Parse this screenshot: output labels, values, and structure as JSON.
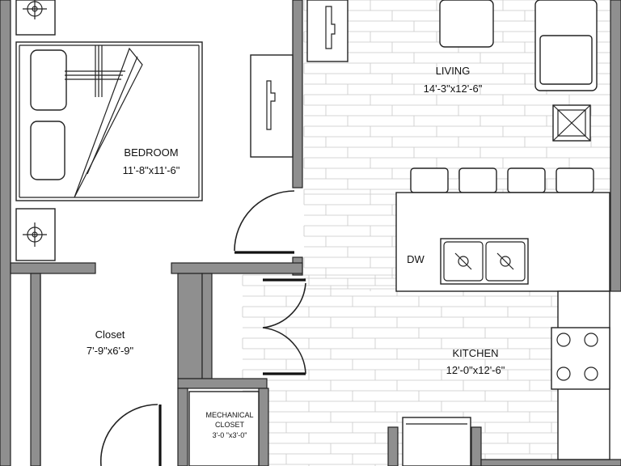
{
  "rooms": {
    "bedroom": {
      "name": "BEDROOM",
      "dims": "11'-8\"x11'-6\""
    },
    "living": {
      "name": "LIVING",
      "dims": "14'-3\"x12'-6\""
    },
    "closet": {
      "name": "Closet",
      "dims": "7'-9\"x6'-9\""
    },
    "kitchen": {
      "name": "KITCHEN",
      "dims": "12'-0\"x12'-6\""
    },
    "mechanical": {
      "name_line1": "MECHANICAL",
      "name_line2": "CLOSET",
      "dims": "3'-0 \"x3'-0\""
    }
  },
  "appliances": {
    "dishwasher": "DW"
  },
  "colors": {
    "wall": "#8f8f8f",
    "line": "#222222",
    "floor_planks": "#c8c8c8"
  }
}
